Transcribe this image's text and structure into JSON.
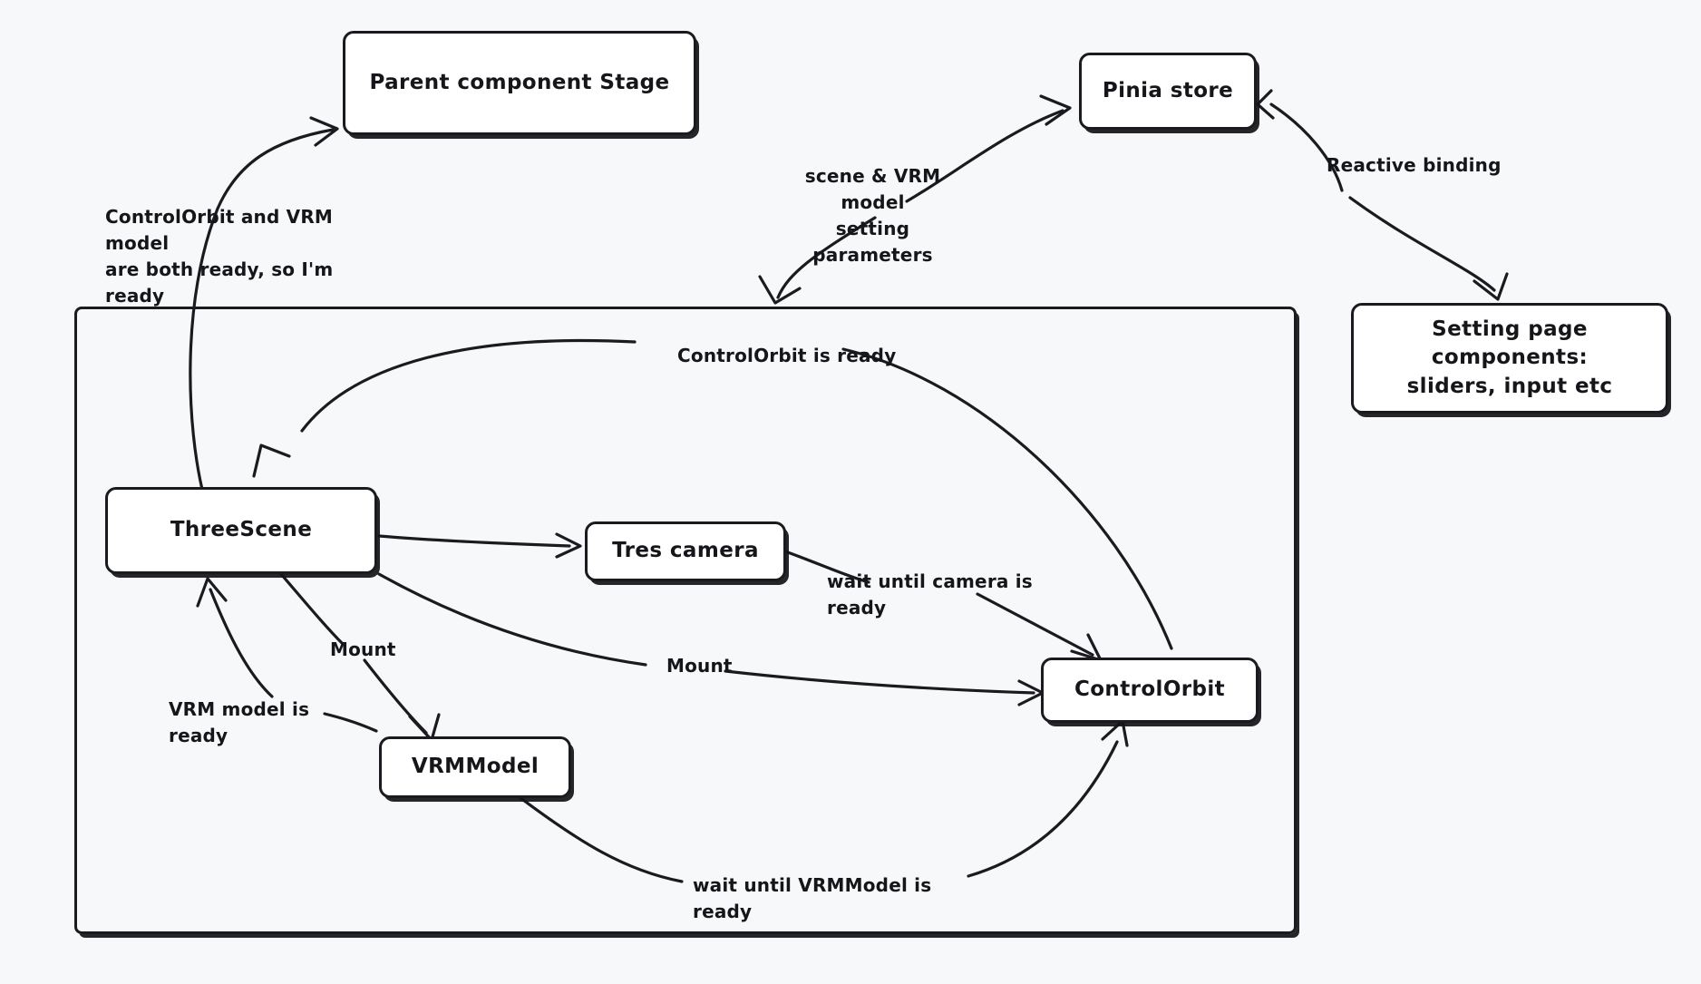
{
  "diagram": {
    "title_present": false,
    "background_color": "#f7f8fa",
    "stroke_color": "#1b1b1f",
    "node_fill": "#ffffff",
    "style": "hand-drawn-excalidraw"
  },
  "nodes": {
    "parent_stage": {
      "label": "Parent component Stage"
    },
    "pinia_store": {
      "label": "Pinia store"
    },
    "setting_page": {
      "label": "Setting page components:\nsliders, input etc"
    },
    "three_scene": {
      "label": "ThreeScene"
    },
    "tres_camera": {
      "label": "Tres camera"
    },
    "vrm_model": {
      "label": "VRMModel"
    },
    "control_orbit": {
      "label": "ControlOrbit"
    },
    "container": {
      "label": ""
    }
  },
  "edge_labels": {
    "ready_to_parent": "ControlOrbit and VRM model\nare both ready, so I'm ready",
    "scene_params": "scene & VRM model\nsetting parameters",
    "reactive_binding": "Reactive binding",
    "control_orbit_ready": "ControlOrbit is ready",
    "wait_camera": "wait until camera is ready",
    "mount_camera": "Mount",
    "mount_control_orbit": "Mount",
    "vrm_ready": "VRM model is ready",
    "wait_vrmmodel": "wait until VRMModel is ready"
  }
}
